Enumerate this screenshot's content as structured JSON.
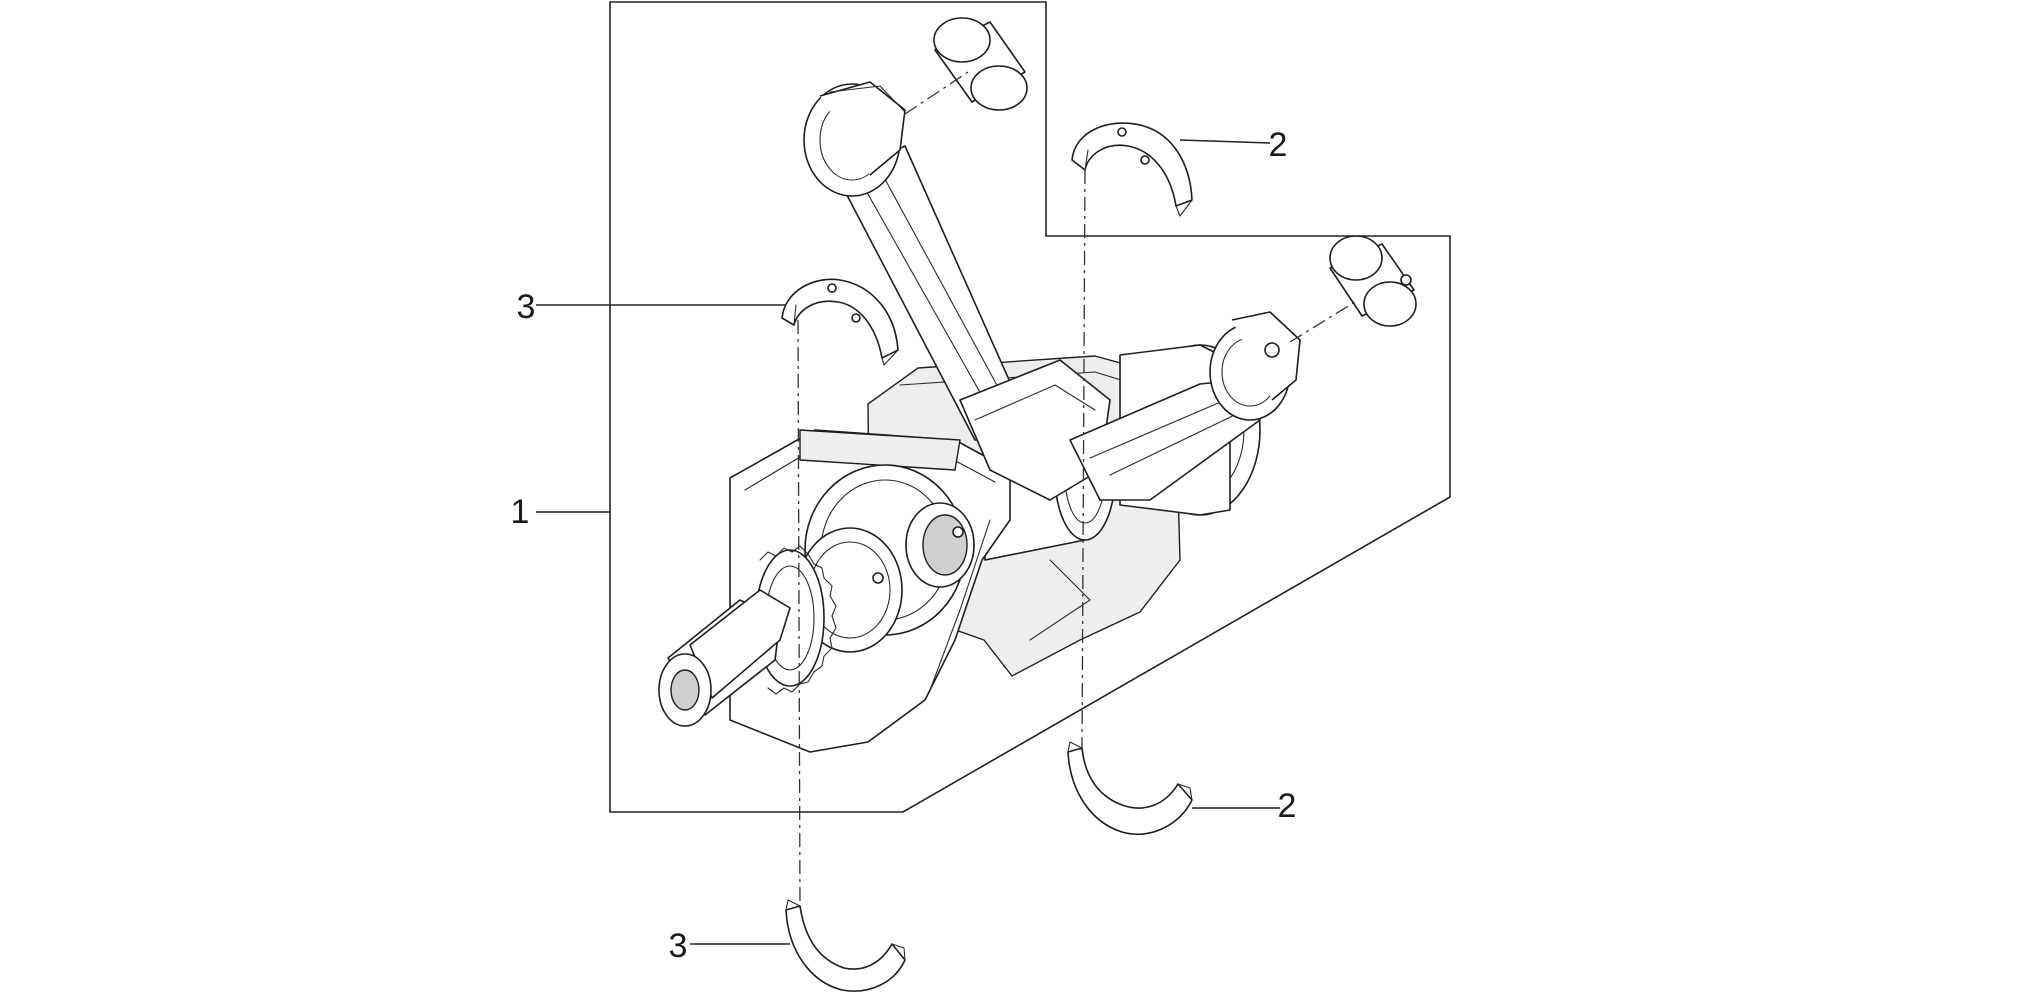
{
  "diagram": {
    "callouts": [
      {
        "id": "c1",
        "label": "1"
      },
      {
        "id": "c2a",
        "label": "2"
      },
      {
        "id": "c2b",
        "label": "2"
      },
      {
        "id": "c3a",
        "label": "3"
      },
      {
        "id": "c3b",
        "label": "3"
      }
    ]
  },
  "colors": {
    "background": "#ffffff",
    "line": "#1e1e1e"
  }
}
